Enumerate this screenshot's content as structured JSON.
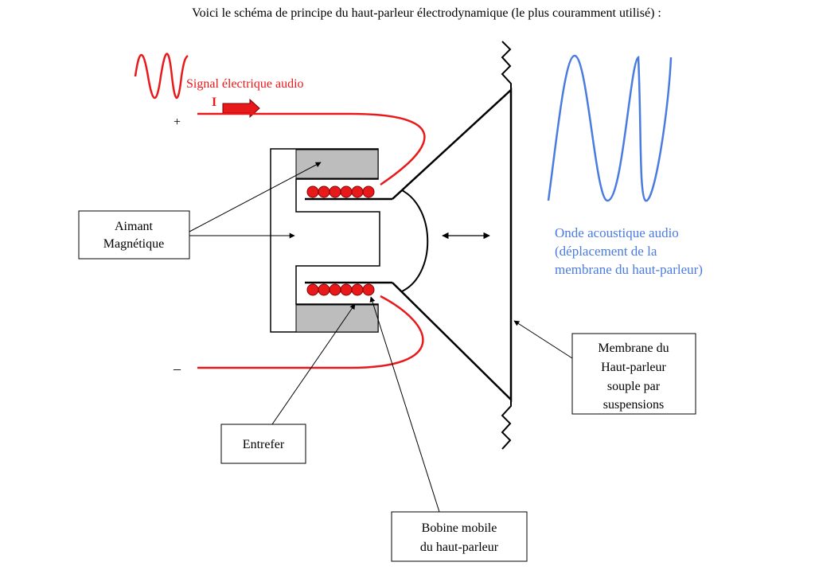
{
  "header": {
    "intro": "Voici le schéma de principe du haut-parleur électrodynamique (le plus couramment utilisé) :"
  },
  "signal": {
    "label": "Signal électrique audio",
    "current": "I",
    "plus": "+",
    "minus": "–"
  },
  "labels": {
    "magnet_line1": "Aimant",
    "magnet_line2": "Magnétique",
    "gap": "Entrefer",
    "coil_line1": "Bobine mobile",
    "coil_line2": "du haut-parleur",
    "membrane_line1": "Membrane du",
    "membrane_line2": "Haut-parleur",
    "membrane_line3": "souple par",
    "membrane_line4": "suspensions",
    "wave_line1": "Onde acoustique audio",
    "wave_line2": "(déplacement de la",
    "wave_line3": "membrane du haut-parleur)"
  },
  "colors": {
    "signal": "#e8191b",
    "acoustic": "#4a7be0",
    "magnet_fill": "#bdbdbd",
    "line": "#000000"
  }
}
